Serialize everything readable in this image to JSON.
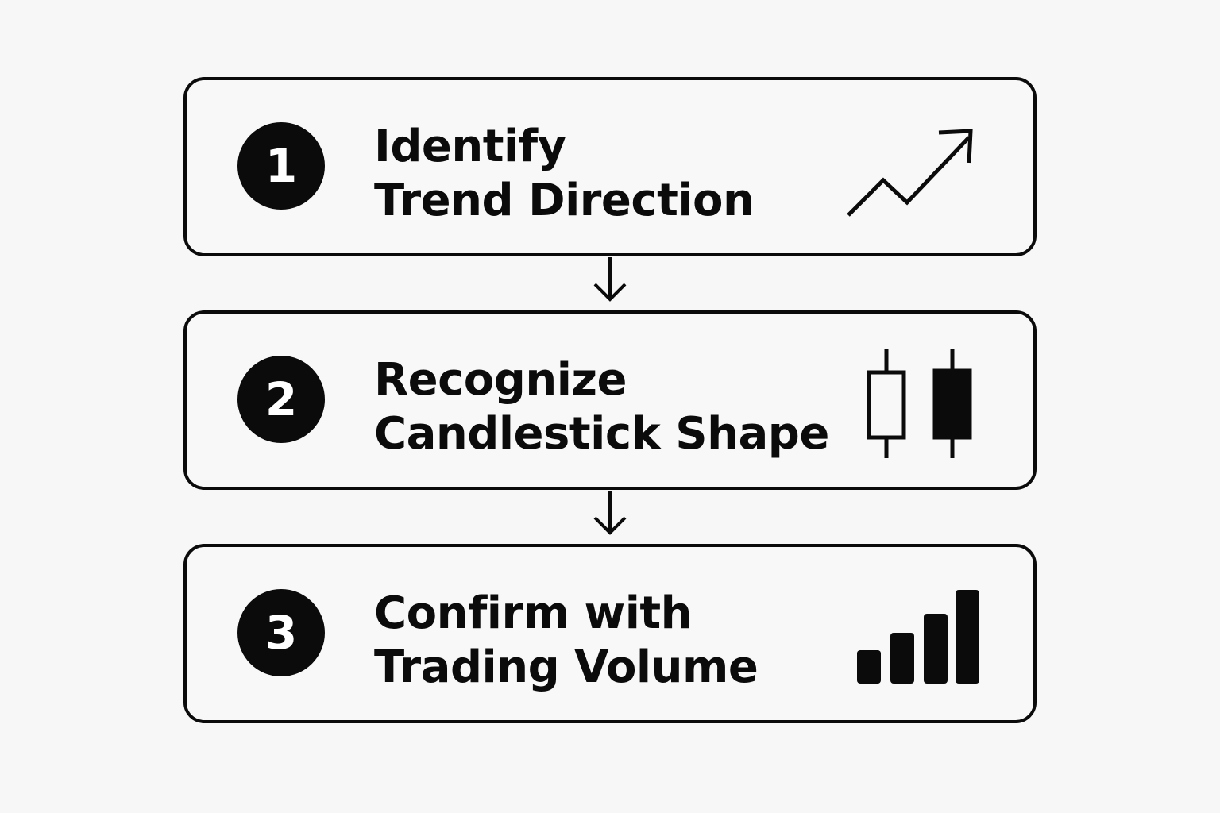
{
  "steps": [
    {
      "number": "1",
      "title_lines": [
        "Identify",
        "Trend Direction"
      ],
      "icon": "trend-up-arrow-icon"
    },
    {
      "number": "2",
      "title_lines": [
        "Recognize",
        "Candlestick Shape"
      ],
      "icon": "candlestick-icon"
    },
    {
      "number": "3",
      "title_lines": [
        "Confirm with",
        "Trading Volume"
      ],
      "icon": "volume-bars-icon"
    }
  ],
  "connectors": [
    "down-arrow-icon",
    "down-arrow-icon"
  ],
  "colors": {
    "background": "#f7f7f7",
    "ink": "#0b0b0b",
    "badge_text": "#ffffff"
  }
}
